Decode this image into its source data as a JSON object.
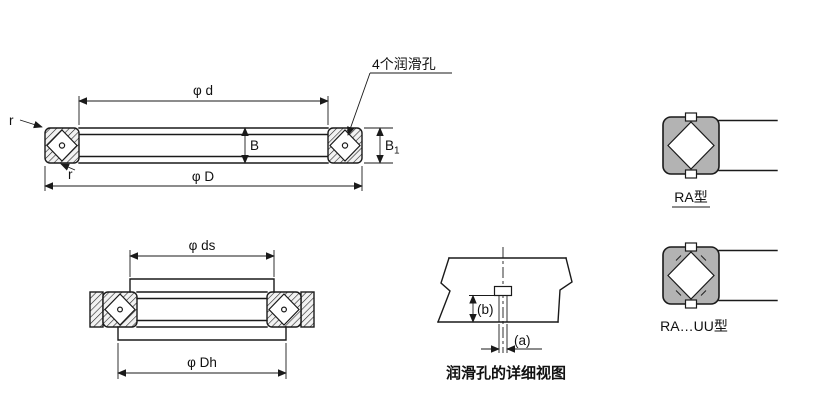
{
  "page": {
    "background": "#ffffff",
    "line_color": "#1a1a1a",
    "symbol_fill": "#b3b3b3"
  },
  "main_view": {
    "lubrication_holes_label": "4个润滑孔",
    "bore_diameter": "φ d",
    "outer_diameter": "φ D",
    "width": "B",
    "width_b1_base": "B",
    "width_b1_sub": "1",
    "chamfer_top": "r",
    "chamfer_bottom": "r"
  },
  "mounting_view": {
    "shaft_shoulder_diameter": "φ ds",
    "housing_shoulder_diameter": "φ Dh"
  },
  "detail_view": {
    "dim_a": "(a)",
    "dim_b": "(b)",
    "caption": "润滑孔的详细视图"
  },
  "type_labels": {
    "ra": "RA型",
    "ra_uu": "RA…UU型"
  }
}
